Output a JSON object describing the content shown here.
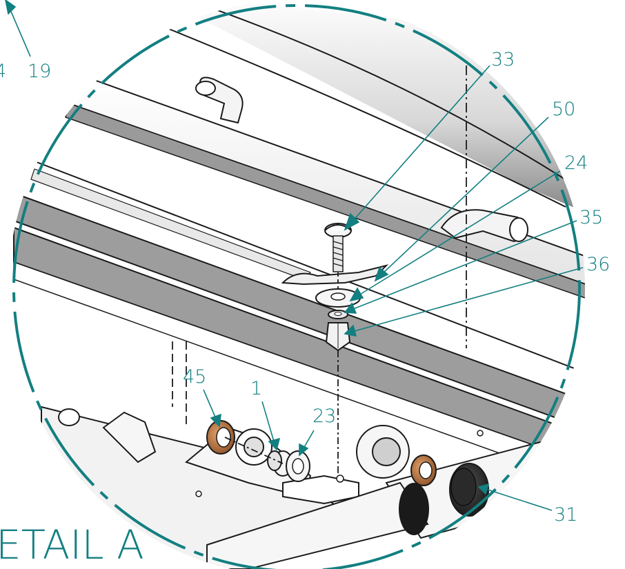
{
  "colors": {
    "accent": "#137f81",
    "ink": "#1a1a1a",
    "bronze": "#b06a38",
    "part_fill": "#f4f4f4",
    "shadow": "#cfcfcf"
  },
  "detail_title": "ETAIL A",
  "callouts": {
    "c19": "19",
    "c4": "4",
    "c33": "33",
    "c50": "50",
    "c24": "24",
    "c35": "35",
    "c36": "36",
    "c45": "45",
    "c1": "1",
    "c23": "23",
    "c31": "31"
  }
}
